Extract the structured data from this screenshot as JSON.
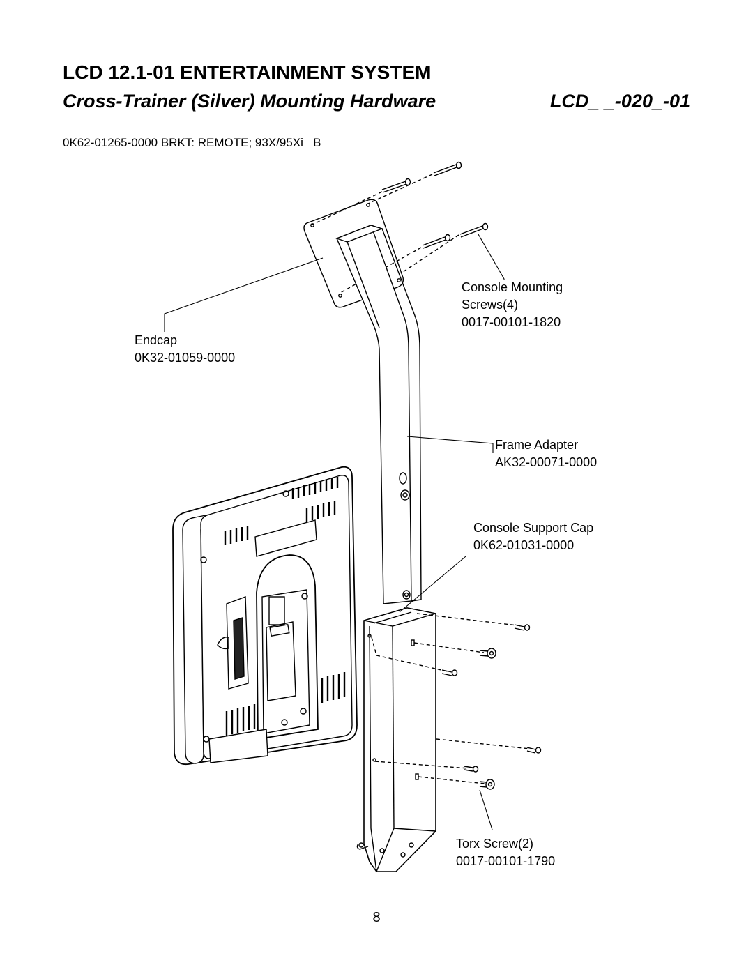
{
  "header": {
    "title": "LCD 12.1-01 ENTERTAINMENT SYSTEM",
    "subtitle": "Cross-Trainer (Silver) Mounting Hardware",
    "code": "LCD_ _-020_-01"
  },
  "part_line": "0K62-01265-0000 BRKT: REMOTE; 93X/95Xi   B",
  "callouts": {
    "console_screws": {
      "name": "Console Mounting",
      "qty": "Screws(4)",
      "part": "0017-00101-1820"
    },
    "endcap": {
      "name": "Endcap",
      "part": "0K32-01059-0000"
    },
    "frame_adapter": {
      "name": "Frame Adapter",
      "part": "AK32-00071-0000"
    },
    "support_cap": {
      "name": "Console Support Cap",
      "part": "0K62-01031-0000"
    },
    "torx_screw": {
      "name": "Torx Screw(2)",
      "part": "0017-00101-1790"
    }
  },
  "page_number": "8"
}
